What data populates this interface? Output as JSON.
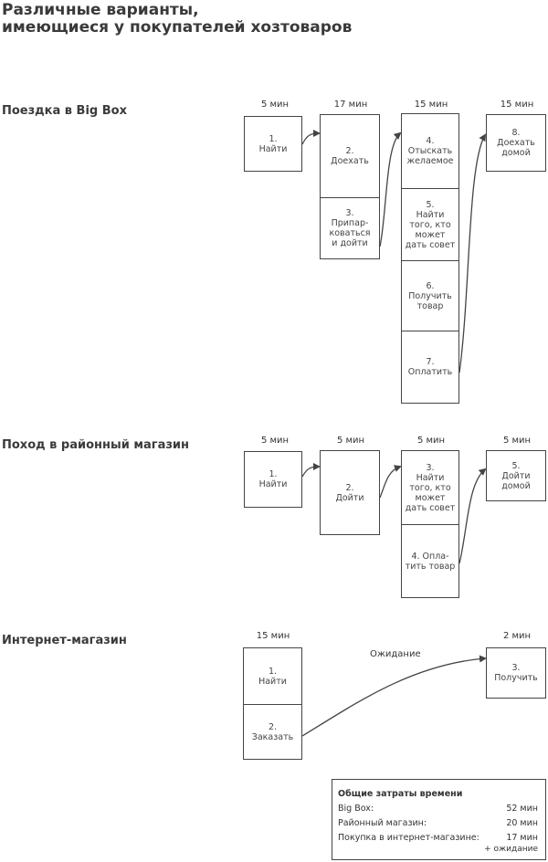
{
  "title": "Различные варианты,\nимеющиеся у покупателей хозтоваров",
  "sections": {
    "bigbox": {
      "title": "Поездка в Big Box",
      "durations": [
        "5  мин",
        "17 мин",
        "15 мин",
        "15 мин"
      ],
      "steps": [
        "1.\nНайти",
        "2.\nДоехать",
        "3.\nПрипар-\nковаться\nи дойти",
        "4.\nОтыскать\nжелаемое",
        "5.\nНайти\nтого, кто\nможет\nдать совет",
        "6.\nПолучить\nтовар",
        "7.\nОплатить",
        "8.\nДоехать\nдомой"
      ]
    },
    "local": {
      "title": "Поход в районный магазин",
      "durations": [
        "5  мин",
        "5 мин",
        "5 мин",
        "5 мин"
      ],
      "steps": [
        "1.\nНайти",
        "2.\nДойти",
        "3.\nНайти\nтого, кто\nможет\nдать совет",
        "4. Опла-\nтить товар",
        "5.\nДойти\nдомой"
      ]
    },
    "online": {
      "title": "Интернет-магазин",
      "durations": [
        "15  мин",
        "2 мин"
      ],
      "steps": [
        "1.\nНайти",
        "2.\nЗаказать",
        "3.\nПолучить"
      ],
      "wait_label": "Ожидание"
    }
  },
  "summary": {
    "title": "Общие затраты времени",
    "rows": [
      {
        "label": "Big Box:",
        "value": "52 мин"
      },
      {
        "label": "Районный магазин:",
        "value": "20 мин"
      },
      {
        "label": "Покупка в интернет-магазине:",
        "value": "17 мин"
      }
    ],
    "note": "+ ожидание"
  },
  "colors": {
    "stroke": "#444444",
    "text": "#333333"
  }
}
